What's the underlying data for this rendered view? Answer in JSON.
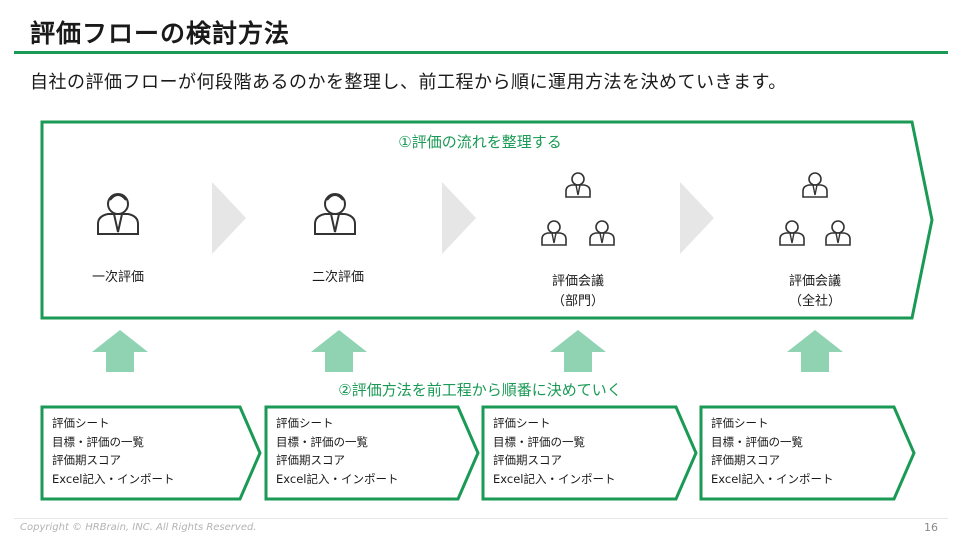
{
  "slide": {
    "title": "評価フローの検討方法",
    "subtitle": "自社の評価フローが何段階あるのかを整理し、前工程から順に運用方法を決めていきます。",
    "section1_heading": "①評価の流れを整理する",
    "section2_heading": "②評価方法を前工程から順番に決めていく",
    "stages": [
      {
        "line1": "一次評価",
        "line2": "",
        "icon": "person-icon"
      },
      {
        "line1": "二次評価",
        "line2": "",
        "icon": "person-icon"
      },
      {
        "line1": "評価会議",
        "line2": "（部門）",
        "icon": "group-icon"
      },
      {
        "line1": "評価会議",
        "line2": "（全社）",
        "icon": "group-icon"
      }
    ],
    "cards": [
      {
        "items": [
          "評価シート",
          "目標・評価の一覧",
          "評価期スコア",
          "Excel記入・インポート"
        ]
      },
      {
        "items": [
          "評価シート",
          "目標・評価の一覧",
          "評価期スコア",
          "Excel記入・インポート"
        ]
      },
      {
        "items": [
          "評価シート",
          "目標・評価の一覧",
          "評価期スコア",
          "Excel記入・インポート"
        ]
      },
      {
        "items": [
          "評価シート",
          "目標・評価の一覧",
          "評価期スコア",
          "Excel記入・インポート"
        ]
      }
    ],
    "footer": {
      "copyright": "Copyright © HRBrain, INC.  All Rights Reserved.",
      "page": "16"
    },
    "colors": {
      "accent": "#1a9a55",
      "arrow_fill": "#8fd3b3",
      "chevron_gray": "#e6e6e6"
    }
  }
}
